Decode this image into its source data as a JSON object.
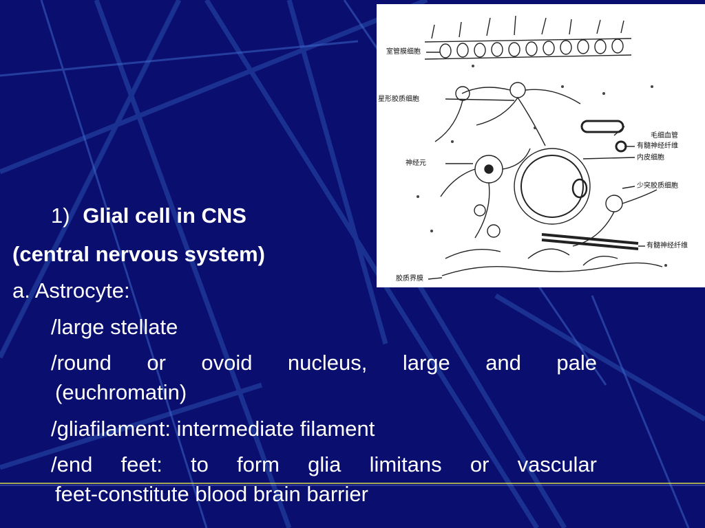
{
  "colors": {
    "background": "#0a0e6e",
    "text": "#ffffff",
    "accent_line": "#e6e84a",
    "figure_background": "#ffffff"
  },
  "heading": {
    "number": "1)",
    "title": "Glial cell in CNS",
    "subtitle": "(central nervous system)"
  },
  "section": {
    "label": "a.  Astrocyte:"
  },
  "bullets": {
    "b1": "/large stellate",
    "b2_words": [
      "/round",
      "or",
      "ovoid",
      "nucleus,",
      "large",
      "and",
      "pale"
    ],
    "b2_cont": "(euchromatin)",
    "b3": "/gliafilament: intermediate filament",
    "b4_words": [
      "/end",
      "feet:",
      "to",
      "form",
      "glia",
      "limitans",
      "or",
      "vascular"
    ],
    "b4_cont": "feet-constitute blood brain barrier"
  },
  "figure": {
    "labels": {
      "ependymal": "室管膜细胞",
      "astrocyte": "星形胶质细胞",
      "capillary": "毛细血管",
      "myelinated_fiber_1": "有髓神经纤维",
      "endothelial": "内皮细胞",
      "neuron": "神经元",
      "oligodendrocyte": "少突胶质细胞",
      "myelinated_fiber_2": "有髓神经纤维",
      "glia_limitans": "胶质界膜"
    }
  }
}
